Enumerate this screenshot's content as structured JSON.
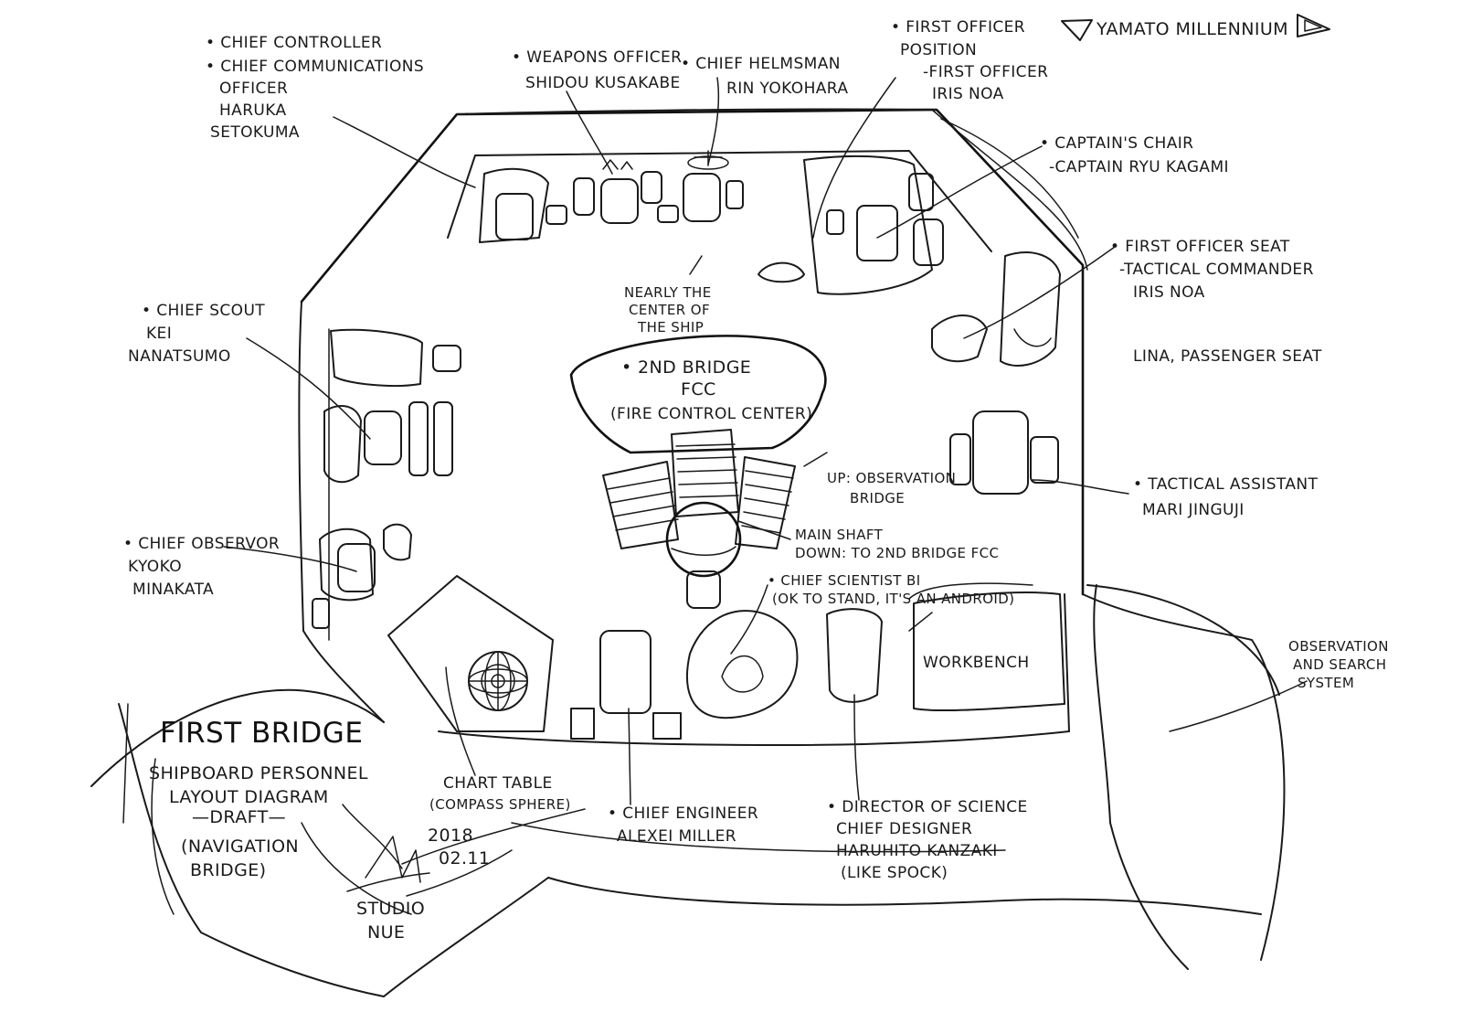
{
  "header": {
    "logo_text": "YAMATO MILLENNIUM"
  },
  "title_block": {
    "title": "FIRST BRIDGE",
    "subtitle_line1": "SHIPBOARD PERSONNEL",
    "subtitle_line2": "LAYOUT DIAGRAM",
    "draft": "—DRAFT—",
    "note_line1": "(NAVIGATION",
    "note_line2": "BRIDGE)"
  },
  "signature": {
    "date_line1": "2018",
    "date_line2": "02.11",
    "studio_line1": "STUDIO",
    "studio_line2": "NUE"
  },
  "labels": {
    "chief_controller": "• CHIEF CONTROLLER",
    "chief_comms_1": "• CHIEF COMMUNICATIONS",
    "chief_comms_2": "OFFICER",
    "chief_comms_3": "HARUKA",
    "chief_comms_4": "SETOKUMA",
    "weapons_1": "• WEAPONS OFFICER",
    "weapons_2": "SHIDOU KUSAKABE",
    "helmsman_1": "• CHIEF HELMSMAN",
    "helmsman_2": "RIN YOKOHARA",
    "first_officer_pos_1": "• FIRST OFFICER",
    "first_officer_pos_2": "POSITION",
    "first_officer_pos_3": "-FIRST OFFICER",
    "first_officer_pos_4": "IRIS NOA",
    "captain_1": "• CAPTAIN'S CHAIR",
    "captain_2": "-CAPTAIN RYU KAGAMI",
    "fo_seat_1": "• FIRST OFFICER SEAT",
    "fo_seat_2": "-TACTICAL COMMANDER",
    "fo_seat_3": "IRIS NOA",
    "passenger": "LINA, PASSENGER SEAT",
    "tactical_1": "• TACTICAL ASSISTANT",
    "tactical_2": "MARI JINGUJI",
    "scout_1": "• CHIEF SCOUT",
    "scout_2": "KEI",
    "scout_3": "NANATSUMO",
    "observor_1": "• CHIEF OBSERVOR",
    "observor_2": "KYOKO",
    "observor_3": "MINAKATA",
    "center_1": "NEARLY THE",
    "center_2": "CENTER OF",
    "center_3": "THE SHIP",
    "fcc_1": "• 2ND BRIDGE",
    "fcc_2": "FCC",
    "fcc_3": "(FIRE CONTROL CENTER)",
    "up_obs_1": "UP: OBSERVATION",
    "up_obs_2": "BRIDGE",
    "shaft_1": "MAIN SHAFT",
    "shaft_2": "DOWN: TO 2ND BRIDGE FCC",
    "scientist_1": "• CHIEF SCIENTIST BI",
    "scientist_2": "(OK TO STAND, IT'S AN ANDROID)",
    "workbench": "WORKBENCH",
    "obs_search_1": "OBSERVATION",
    "obs_search_2": "AND SEARCH",
    "obs_search_3": "SYSTEM",
    "chart_1": "CHART TABLE",
    "chart_2": "(COMPASS SPHERE)",
    "engineer_1": "• CHIEF ENGINEER",
    "engineer_2": "ALEXEI MILLER",
    "director_1": "• DIRECTOR OF SCIENCE",
    "director_2": "CHIEF DESIGNER",
    "director_3": "HARUHITO KANZAKI",
    "director_4": "(LIKE SPOCK)"
  }
}
